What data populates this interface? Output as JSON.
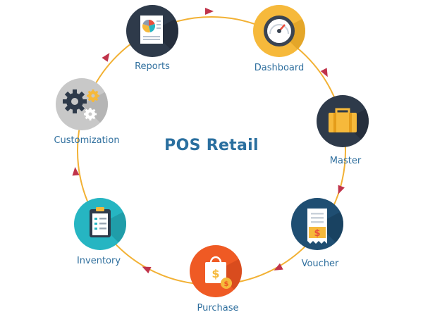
{
  "diagram": {
    "title": "POS Retail",
    "ring_color": "#f2b134",
    "arrow_color": "#c0334a",
    "label_color": "#2f6f9e",
    "nodes": [
      {
        "id": "reports",
        "label": "Reports",
        "icon": "pie-chart-report-icon",
        "color": "#2e3a4a"
      },
      {
        "id": "dashboard",
        "label": "Dashboard",
        "icon": "speedometer-icon",
        "color": "#f6b93b"
      },
      {
        "id": "master",
        "label": "Master",
        "icon": "briefcase-icon",
        "color": "#2e3a4a"
      },
      {
        "id": "voucher",
        "label": "Voucher",
        "icon": "receipt-icon",
        "color": "#1f4e72"
      },
      {
        "id": "purchase",
        "label": "Purchase",
        "icon": "shopping-bag-icon",
        "color": "#ef5a24"
      },
      {
        "id": "inventory",
        "label": "Inventory",
        "icon": "clipboard-icon",
        "color": "#26b5c2"
      },
      {
        "id": "customization",
        "label": "Customization",
        "icon": "gears-icon",
        "color": "#c8c8c8"
      }
    ],
    "flow": "clockwise"
  }
}
